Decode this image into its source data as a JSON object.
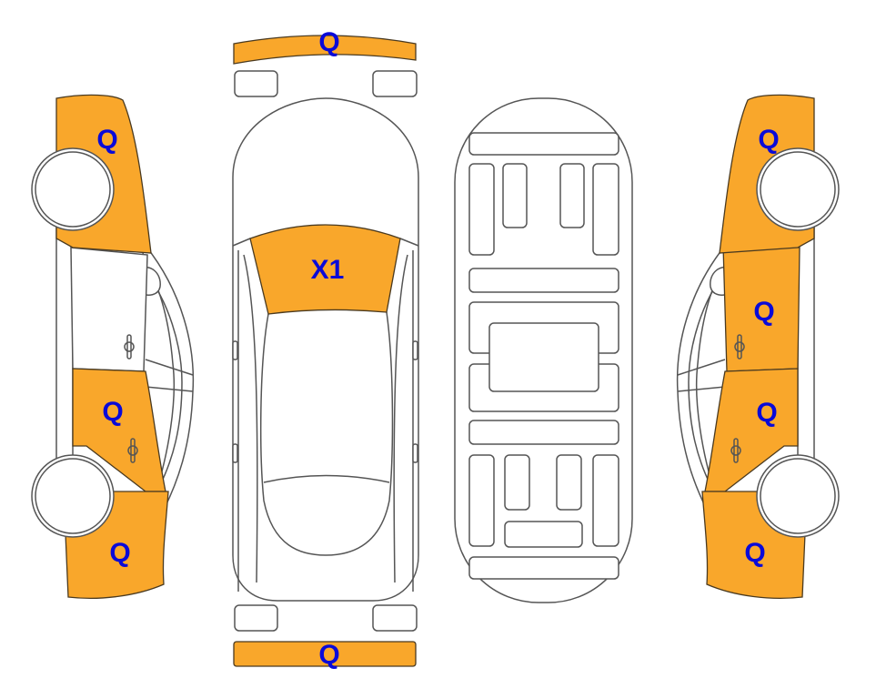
{
  "colors": {
    "damaged": "#F9A72B",
    "label": "#0A0AD8",
    "outline": "#555555"
  },
  "zones": {
    "front_bumper": "Q",
    "windshield": "X1",
    "rear_bumper": "Q",
    "left_front_fender": "Q",
    "left_rear_door": "Q",
    "left_rear_quarter": "Q",
    "right_front_fender": "Q",
    "right_front_door": "Q",
    "right_rear_door": "Q",
    "right_rear_quarter": "Q"
  }
}
